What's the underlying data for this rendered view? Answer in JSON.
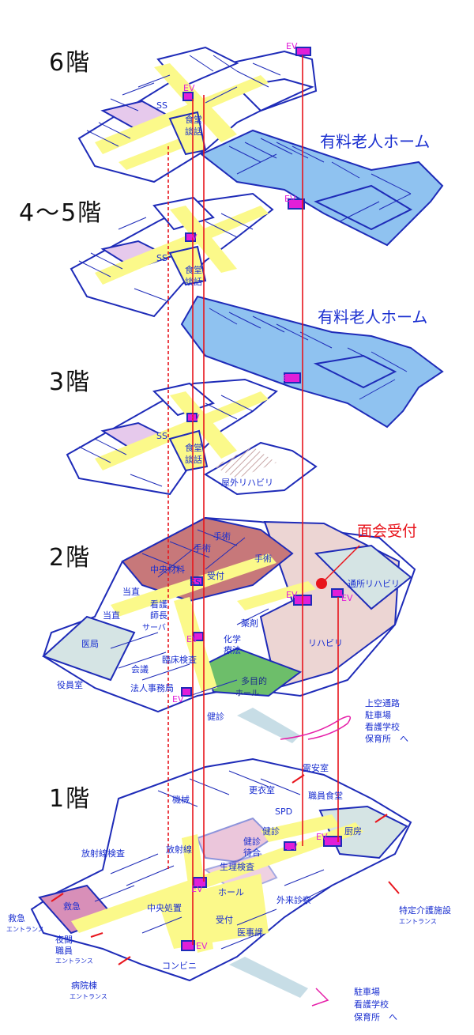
{
  "floors": {
    "f6": "6階",
    "f4_5": "4～5階",
    "f3": "3階",
    "f2": "2階",
    "f1": "1階"
  },
  "wing_label": "有料老人ホーム",
  "reception_note": "面会受付",
  "room_labels": {
    "ss": "SS",
    "ev": "EV",
    "dining": "食堂",
    "talk": "談話",
    "outdoor_rehab": "屋外リハビリ",
    "surgery": "手術",
    "central_material": "中央材料",
    "reception": "受付",
    "duty": "当直",
    "nursing": "看護",
    "chief": "師長",
    "server": "サーバ",
    "medical_office": "医局",
    "conference": "会議",
    "executive_room": "役員室",
    "pharmacy": "薬剤",
    "chemo_line1": "化学",
    "chemo_line2": "療法",
    "clinical_lab": "臨床検査",
    "multipurpose_line1": "多目的",
    "multipurpose_line2": "ホール",
    "corporate_office": "法人事務局",
    "health_check": "健診",
    "rehab": "リハビリ",
    "day_rehab": "通所リハビリ",
    "machinery": "機械",
    "changing_room": "更衣室",
    "spd": "SPD",
    "mortuary": "霊安室",
    "staff_cafeteria": "職員食堂",
    "kitchen": "厨房",
    "radiology_exam": "放射線検査",
    "radiology": "放射線",
    "health_check_wait_line1": "健診",
    "health_check_wait_line2": "待合",
    "physiology_exam": "生理検査",
    "emergency": "救急",
    "central_processing": "中央処置",
    "hall": "ホール",
    "outpatient": "外来診察",
    "medical_affairs": "医事課",
    "convenience": "コンビニ"
  },
  "side_labels": {
    "overhead_line1": "上空通路",
    "overhead_line2": "駐車場",
    "overhead_line3": "看護学校",
    "overhead_line4": "保育所　へ",
    "emergency_entrance_line1": "救急",
    "emergency_entrance_line2": "エントランス",
    "night_entrance_line1": "夜間",
    "night_entrance_line2": "職員",
    "night_entrance_line3": "エントランス",
    "ward_entrance_line1": "病院棟",
    "ward_entrance_line2": "エントランス",
    "special_care_line1": "特定介護施設",
    "special_care_line2": "エントランス",
    "bottom_dest_line1": "駐車場",
    "bottom_dest_line2": "看護学校",
    "bottom_dest_line3": "保育所　へ"
  },
  "colors": {
    "outline": "#1e2bb8",
    "corridor": "#fbf98a",
    "elevator": "#e11fd8",
    "nurse_station": "#e6c9ec",
    "care_home": "#8fc2f0",
    "surgery": "#c7787a",
    "rehab_area": "#ecd5d3",
    "clinic": "#d5e4e4",
    "hall_green": "#6dbe6a",
    "emergency": "#d88fb8",
    "red_line": "#e8141c",
    "label_blue": "#1a2fd0"
  }
}
